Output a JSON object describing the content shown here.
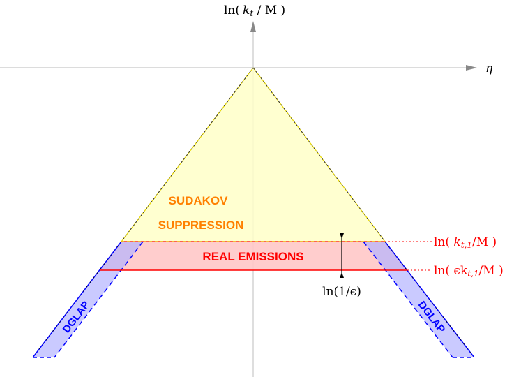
{
  "axes": {
    "y_label_prefix": "ln(",
    "y_label_var": "k",
    "y_label_sub": "t",
    "y_label_suffix": " / M )",
    "x_label": "η",
    "axis_color": "#a0a0a0"
  },
  "regions": {
    "sudakov": {
      "line1": "SUDAKOV",
      "line2": "SUPPRESSION",
      "fill": "#ffffc8",
      "text_color": "#ff8000"
    },
    "real_emissions": {
      "label": "REAL EMISSIONS",
      "fill": "#ffc8c8",
      "text_color": "#ff0000"
    },
    "dglap_left": {
      "label": "DGLAP",
      "fill": "#c8c8ff",
      "text_color": "#0000ff"
    },
    "dglap_right": {
      "label": "DGLAP",
      "fill": "#c8c8ff",
      "text_color": "#0000ff"
    }
  },
  "annotations": {
    "kt1_prefix": "ln( ",
    "kt1_var": "k",
    "kt1_sub": "t,1",
    "kt1_suffix": "/M )",
    "eps_prefix": "ln( ϵk",
    "eps_sub": "t,1",
    "eps_suffix": "/M )",
    "width_label": "ln(1/ϵ)",
    "annotation_color": "#ff0000"
  }
}
